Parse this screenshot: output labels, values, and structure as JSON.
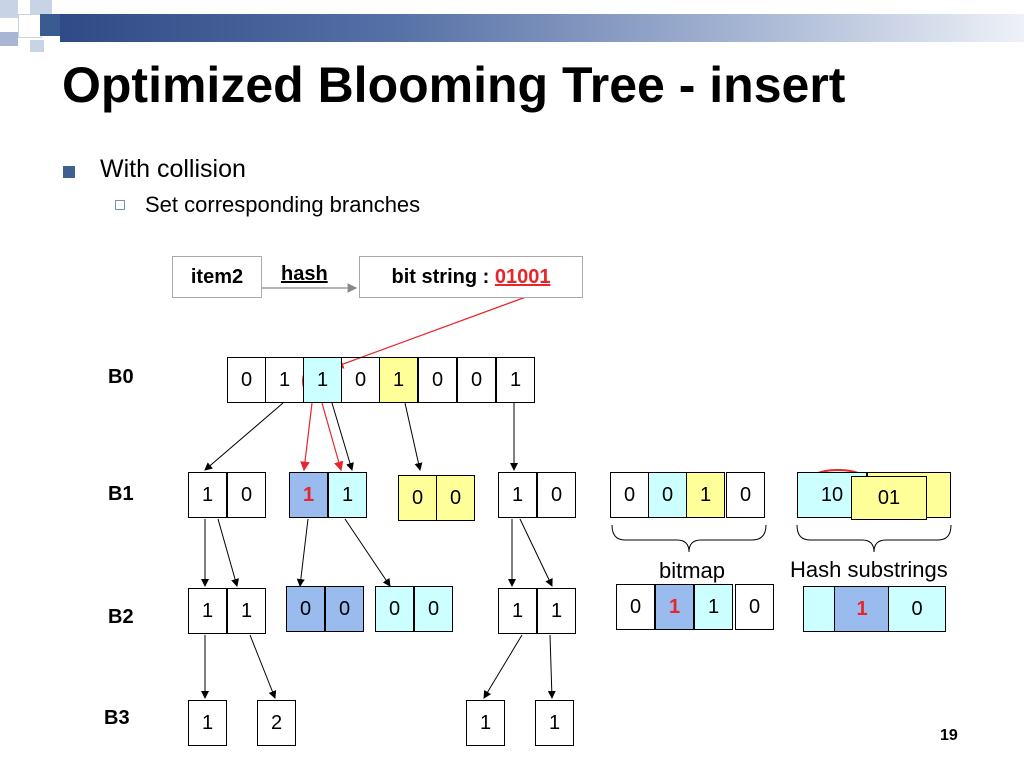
{
  "slide": {
    "title": "Optimized Blooming Tree - insert",
    "bullets": [
      {
        "text": "With collision"
      },
      {
        "text": "Set corresponding branches"
      }
    ],
    "page_number": "19"
  },
  "flow": {
    "item": "item2",
    "hash": "hash",
    "bitstring_label": "bit string : ",
    "bitstring_value": "01001"
  },
  "levels": [
    "B0",
    "B1",
    "B2",
    "B3"
  ],
  "tree": {
    "b0": [
      "0",
      "1",
      "1",
      "0",
      "1",
      "0",
      "0",
      "1"
    ],
    "b1": [
      [
        "1",
        "0"
      ],
      [
        "1",
        "1"
      ],
      [
        "0",
        "0"
      ],
      [
        "1",
        "0"
      ]
    ],
    "b2": [
      [
        "1",
        "1"
      ],
      [
        "0",
        "0"
      ],
      [
        "0",
        "0"
      ],
      [
        "1",
        "1"
      ]
    ],
    "b3": [
      "1",
      "2",
      "1",
      "1"
    ]
  },
  "bitmap": {
    "label": "bitmap",
    "top_row": [
      "0",
      "0",
      "1",
      "0"
    ],
    "bottom_row": [
      "0",
      "1",
      "1",
      "0"
    ]
  },
  "hash_substrings": {
    "label": "Hash substrings",
    "top": [
      "10",
      "01"
    ],
    "bottom": [
      "1",
      "0"
    ]
  },
  "colors": {
    "red": "#e8252a",
    "yellow": "#ffff99",
    "cyan": "#ccffff",
    "blue": "#99bbee",
    "bullet": "#3d5f91"
  }
}
